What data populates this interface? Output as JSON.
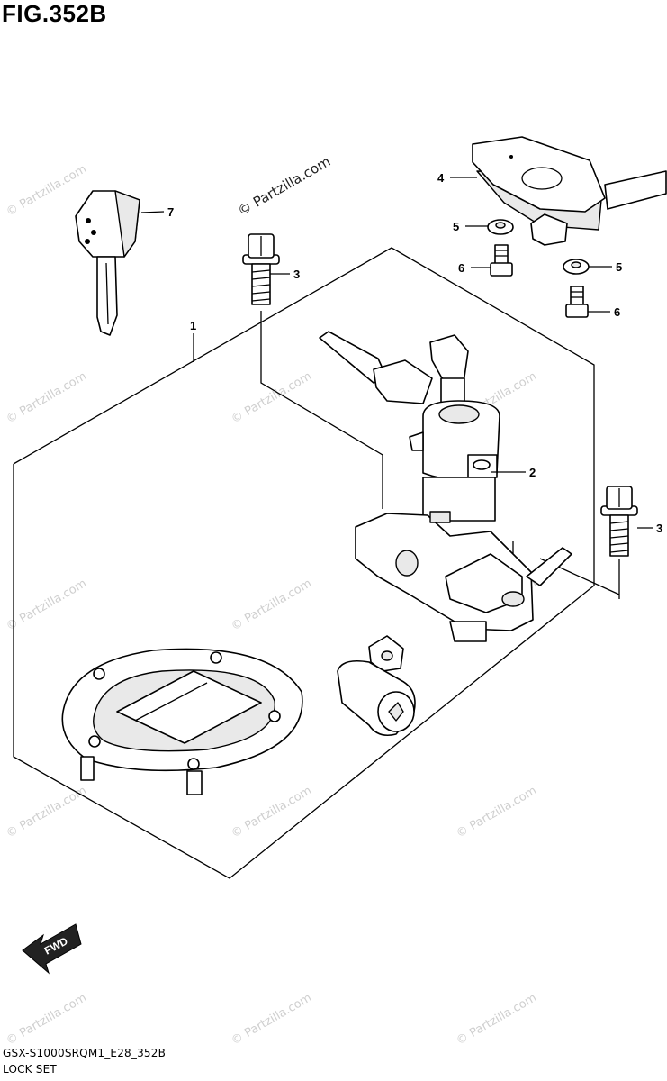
{
  "figure": {
    "title": "FIG.352B"
  },
  "footer": {
    "code": "GSX-S1000SRQM1_E28_352B",
    "name": "LOCK SET"
  },
  "watermark": {
    "main": "© Partzilla.com",
    "faint": "© Partzilla.com"
  },
  "direction_arrow": {
    "label": "FWD"
  },
  "callouts": [
    {
      "id": "1",
      "label": "1"
    },
    {
      "id": "2",
      "label": "2"
    },
    {
      "id": "3a",
      "label": "3"
    },
    {
      "id": "3b",
      "label": "3"
    },
    {
      "id": "4",
      "label": "4"
    },
    {
      "id": "5a",
      "label": "5"
    },
    {
      "id": "5b",
      "label": "5"
    },
    {
      "id": "6a",
      "label": "6"
    },
    {
      "id": "6b",
      "label": "6"
    },
    {
      "id": "7",
      "label": "7"
    }
  ]
}
